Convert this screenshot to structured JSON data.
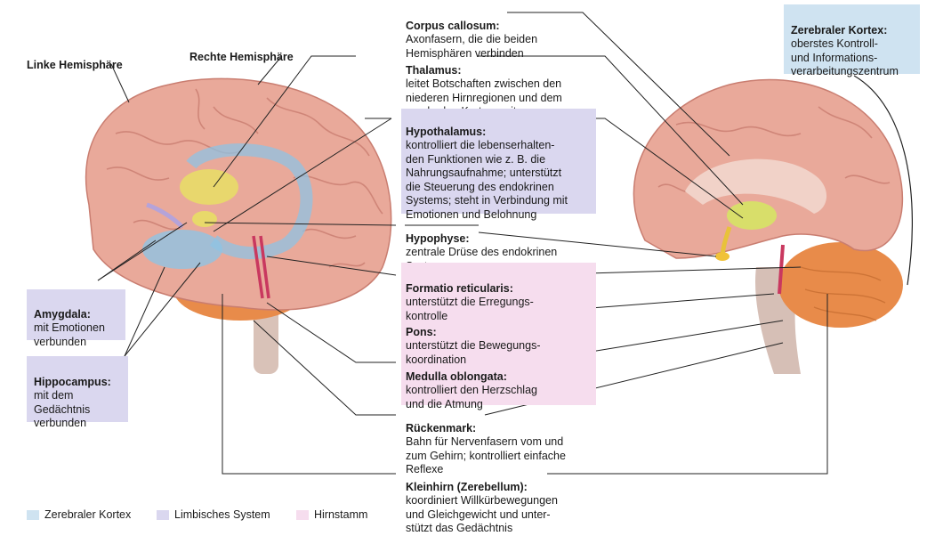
{
  "hemispheres": {
    "left": "Linke Hemisphäre",
    "right": "Rechte Hemisphäre"
  },
  "labels": {
    "corpus": {
      "title": "Corpus callosum:",
      "text": "Axonfasern, die die beiden\nHemisphären verbinden"
    },
    "thalamus": {
      "title": "Thalamus:",
      "text": "leitet Botschaften zwischen den\nniederen Hirnregionen und dem\nzerebralen Kortex weiter"
    },
    "hypothal": {
      "title": "Hypothalamus:",
      "text": "kontrolliert die lebenserhalten-\nden Funktionen wie z. B. die\nNahrungsaufnahme; unterstützt\ndie Steuerung des endokrinen\nSystems; steht in Verbindung mit\nEmotionen und Belohnung"
    },
    "hypophyse": {
      "title": "Hypophyse:",
      "text": "zentrale Drüse des endokrinen\nSystems"
    },
    "formatio": {
      "title": "Formatio reticularis:",
      "text": "unterstützt die Erregungs-\nkontrolle"
    },
    "pons": {
      "title": "Pons:",
      "text": "unterstützt die Bewegungs-\nkoordination"
    },
    "medulla": {
      "title": "Medulla oblongata:",
      "text": "kontrolliert den Herzschlag\nund die Atmung"
    },
    "rueckenmark": {
      "title": "Rückenmark:",
      "text": "Bahn für Nervenfasern vom und\nzum Gehirn; kontrolliert einfache\nReflexe"
    },
    "kleinhirn": {
      "title": "Kleinhirn (Zerebellum):",
      "text": "koordiniert Willkürbewegungen\nund Gleichgewicht und unter-\nstützt das Gedächtnis"
    },
    "kortex": {
      "title": "Zerebraler Kortex:",
      "text": "oberstes Kontroll-\nund Informations-\nverarbeitungszentrum"
    },
    "amygdala": {
      "title": "Amygdala:",
      "text": "mit Emotionen\nverbunden"
    },
    "hippocampus": {
      "title": "Hippocampus:",
      "text": "mit dem\nGedächtnis\nverbunden"
    }
  },
  "legend": [
    {
      "label": "Zerebraler Kortex",
      "color": "#cfe3f1"
    },
    {
      "label": "Limbisches System",
      "color": "#dad7ef"
    },
    {
      "label": "Hirnstamm",
      "color": "#f6ddee"
    }
  ],
  "colors": {
    "brain": "#e9a99a",
    "brain_dark": "#c97d70",
    "limbic_blue": "#8fc3e3",
    "thalamus_yellow": "#e8d96a",
    "cerebellum": "#e88b4a",
    "stem": "#d6bfb6"
  }
}
